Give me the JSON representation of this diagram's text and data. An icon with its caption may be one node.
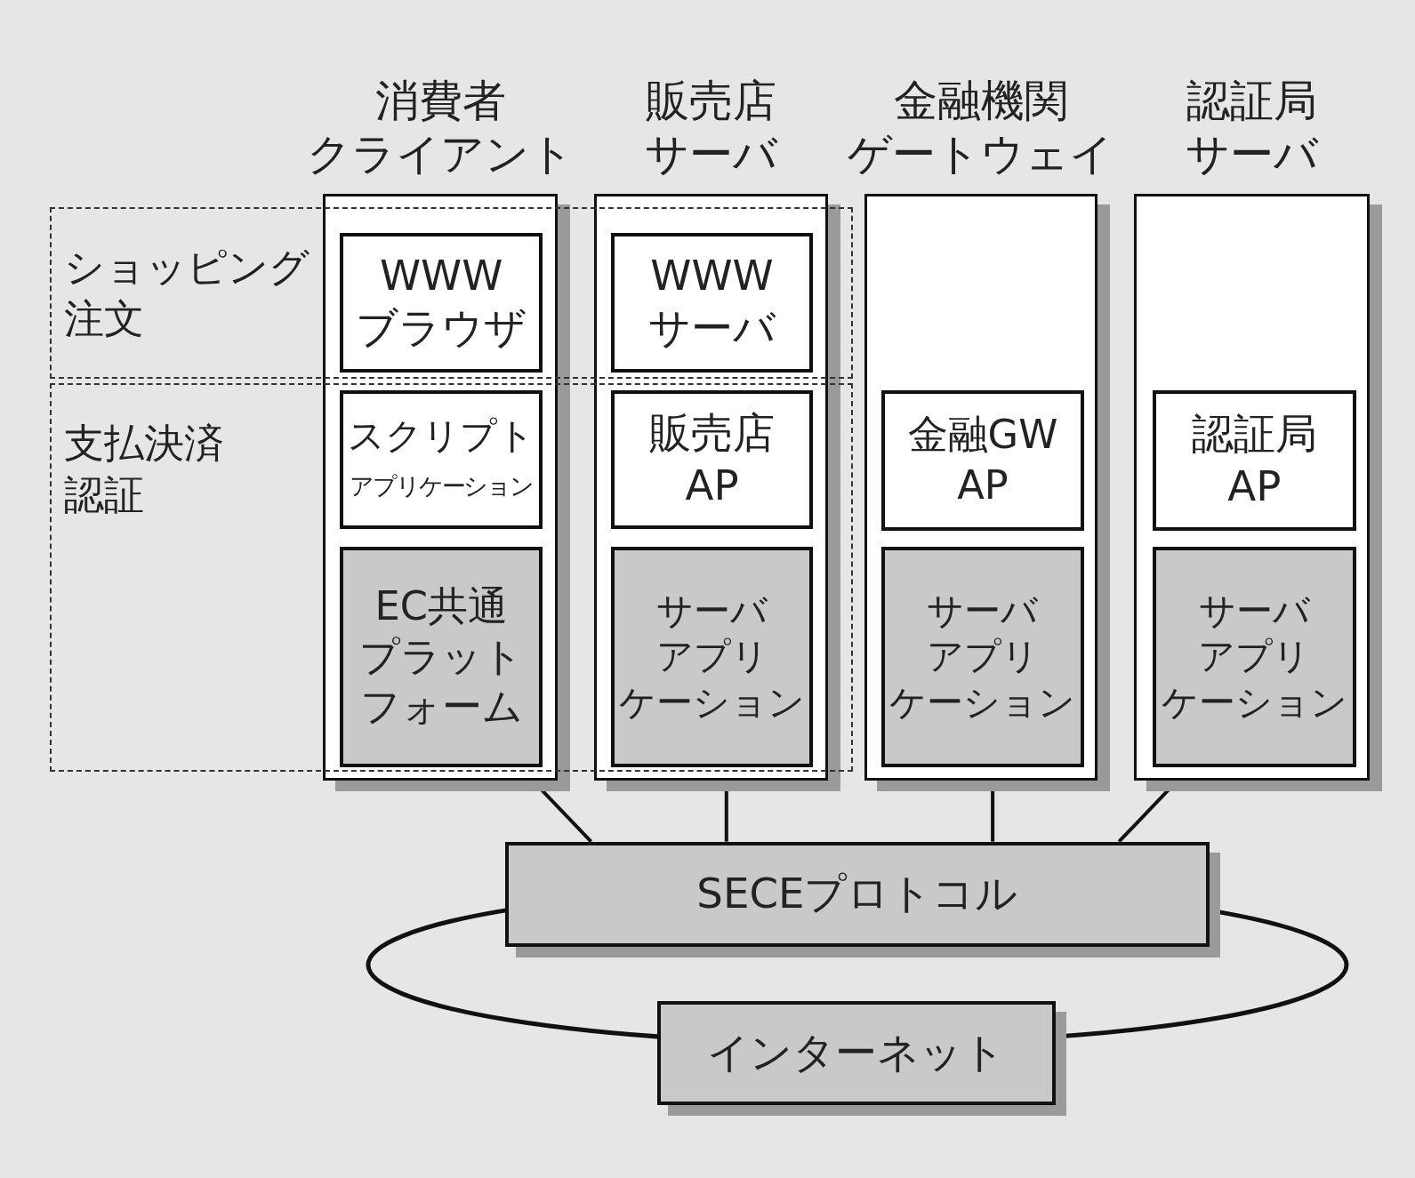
{
  "diagram": {
    "nodes": [
      {
        "text": [
          "ショッピング注文"
        ]
      },
      {
        "text": [
          "支払決済認証"
        ]
      },
      {
        "text": [
          "消費者クライアント"
        ]
      },
      {
        "text": [
          "WWWブラウザ"
        ]
      },
      {
        "text": [
          "スクリプトアプリケーション"
        ]
      },
      {
        "text": [
          "EC共通プラットフォーム"
        ]
      },
      {
        "text": [
          "販売店サーバ"
        ]
      },
      {
        "text": [
          "WWWサーバ"
        ]
      },
      {
        "text": [
          "販売店AP"
        ]
      },
      {
        "text": [
          "サーバアプリケーション"
        ]
      },
      {
        "text": [
          "金融機関ゲートウェイ"
        ]
      },
      {
        "text": [
          "金融GW AP"
        ],
        "in": 10
      },
      {
        "text": [
          "サーバアプリケーション"
        ],
        "in": 10
      },
      {
        "text": [
          "認証局サーバ"
        ]
      },
      {
        "text": [
          "認証局AP"
        ],
        "in": 13
      },
      {
        "text": [
          "サーバアプリケーション"
        ],
        "in": 13
      },
      {
        "text": [
          "SECEプロトコル"
        ]
      },
      {
        "text": [
          "インターネット"
        ]
      },
      {
        "text": [],
        "shape": "ellipse"
      }
    ],
    "edges": [
      {
        "from": 2,
        "to": 16,
        "arrow": "none"
      },
      {
        "from": 6,
        "to": 16,
        "arrow": "none"
      },
      {
        "from": 10,
        "to": 16,
        "arrow": "none"
      },
      {
        "from": 13,
        "to": 16,
        "arrow": "none"
      }
    ]
  }
}
